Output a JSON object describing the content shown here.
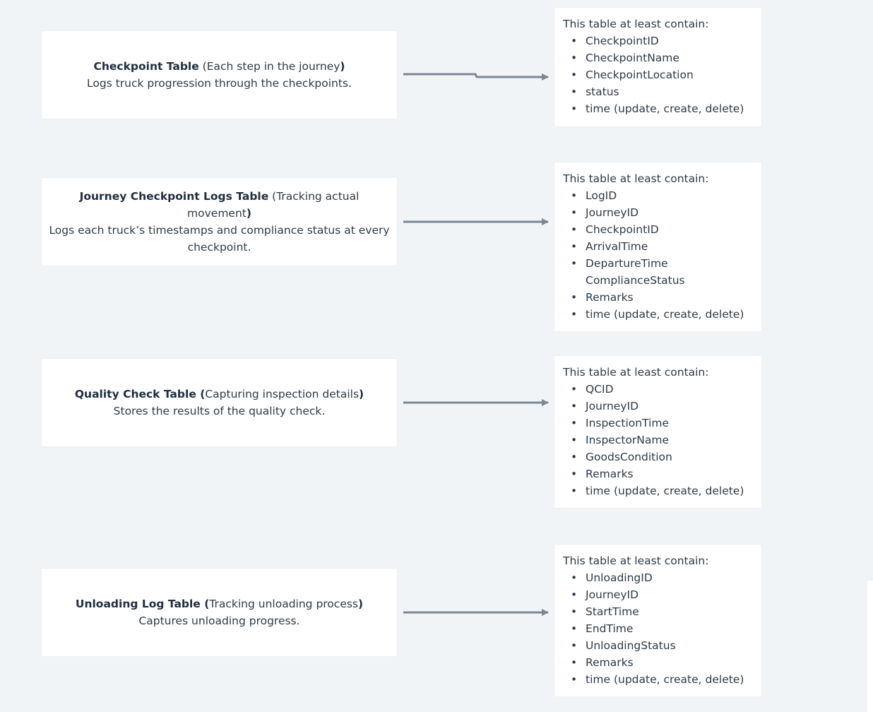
{
  "colors": {
    "background": "#f1f4f7",
    "card": "#ffffff",
    "arrow": "#7a8794",
    "text": "#2e3a46"
  },
  "rows": [
    {
      "table": {
        "name": "Checkpoint Table",
        "paren_open": " (",
        "subtitle": "Each step in the journey",
        "paren_close": ")",
        "description": "Logs truck progression through the checkpoints."
      },
      "fields": {
        "heading": "This table at least contain:",
        "items": [
          "CheckpointID",
          "CheckpointName",
          "CheckpointLocation",
          "status",
          "time (update, create, delete)"
        ]
      }
    },
    {
      "table": {
        "name": "Journey Checkpoint Logs Table",
        "paren_open": " (",
        "subtitle": "Tracking actual movement",
        "paren_close": ")",
        "description": "Logs each truck’s timestamps and compliance status at every checkpoint."
      },
      "fields": {
        "heading": "This table at least contain:",
        "items": [
          "LogID",
          "JourneyID",
          "CheckpointID",
          "ArrivalTime",
          "DepartureTime",
          "ComplianceStatus",
          "Remarks",
          "time (update, create, delete)"
        ]
      }
    },
    {
      "table": {
        "name": "Quality Check Table",
        "paren_open": " (",
        "subtitle": "Capturing inspection details",
        "paren_close": ")",
        "description": "Stores the results of the quality check."
      },
      "fields": {
        "heading": "This table at least contain:",
        "items": [
          "QCID",
          "JourneyID",
          "InspectionTime",
          "InspectorName",
          "GoodsCondition",
          "Remarks",
          "time (update, create, delete)"
        ]
      }
    },
    {
      "table": {
        "name": "Unloading Log Table",
        "paren_open": " (",
        "subtitle": "Tracking unloading process",
        "paren_close": ")",
        "description": "Captures unloading progress."
      },
      "fields": {
        "heading": "This table at least contain:",
        "items": [
          "UnloadingID",
          "JourneyID",
          "StartTime",
          "EndTime",
          "UnloadingStatus",
          "Remarks",
          "time (update, create, delete)"
        ]
      }
    }
  ]
}
